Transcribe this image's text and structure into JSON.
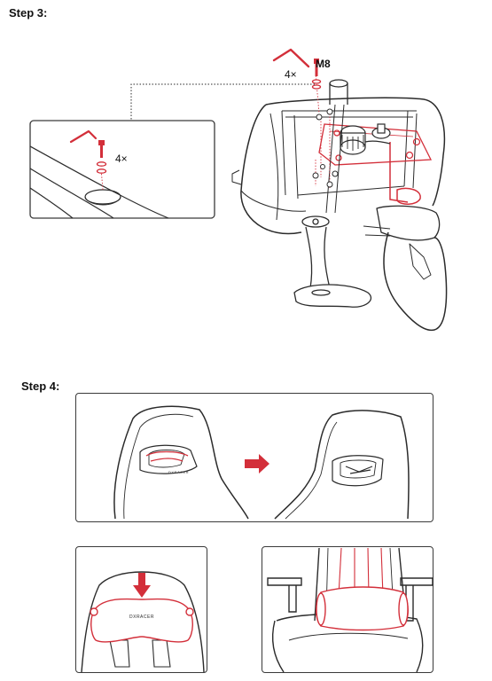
{
  "step3": {
    "label": "Step 3:",
    "main_screw_count": "4×",
    "main_screw_size": "M8",
    "inset_screw_count": "4×"
  },
  "step4": {
    "label": "Step 4:",
    "headrest_brand": "DXRACER",
    "pillow_brand": "DXRACER"
  },
  "colors": {
    "accent": "#d32f3a",
    "line": "#2b2b2b"
  }
}
